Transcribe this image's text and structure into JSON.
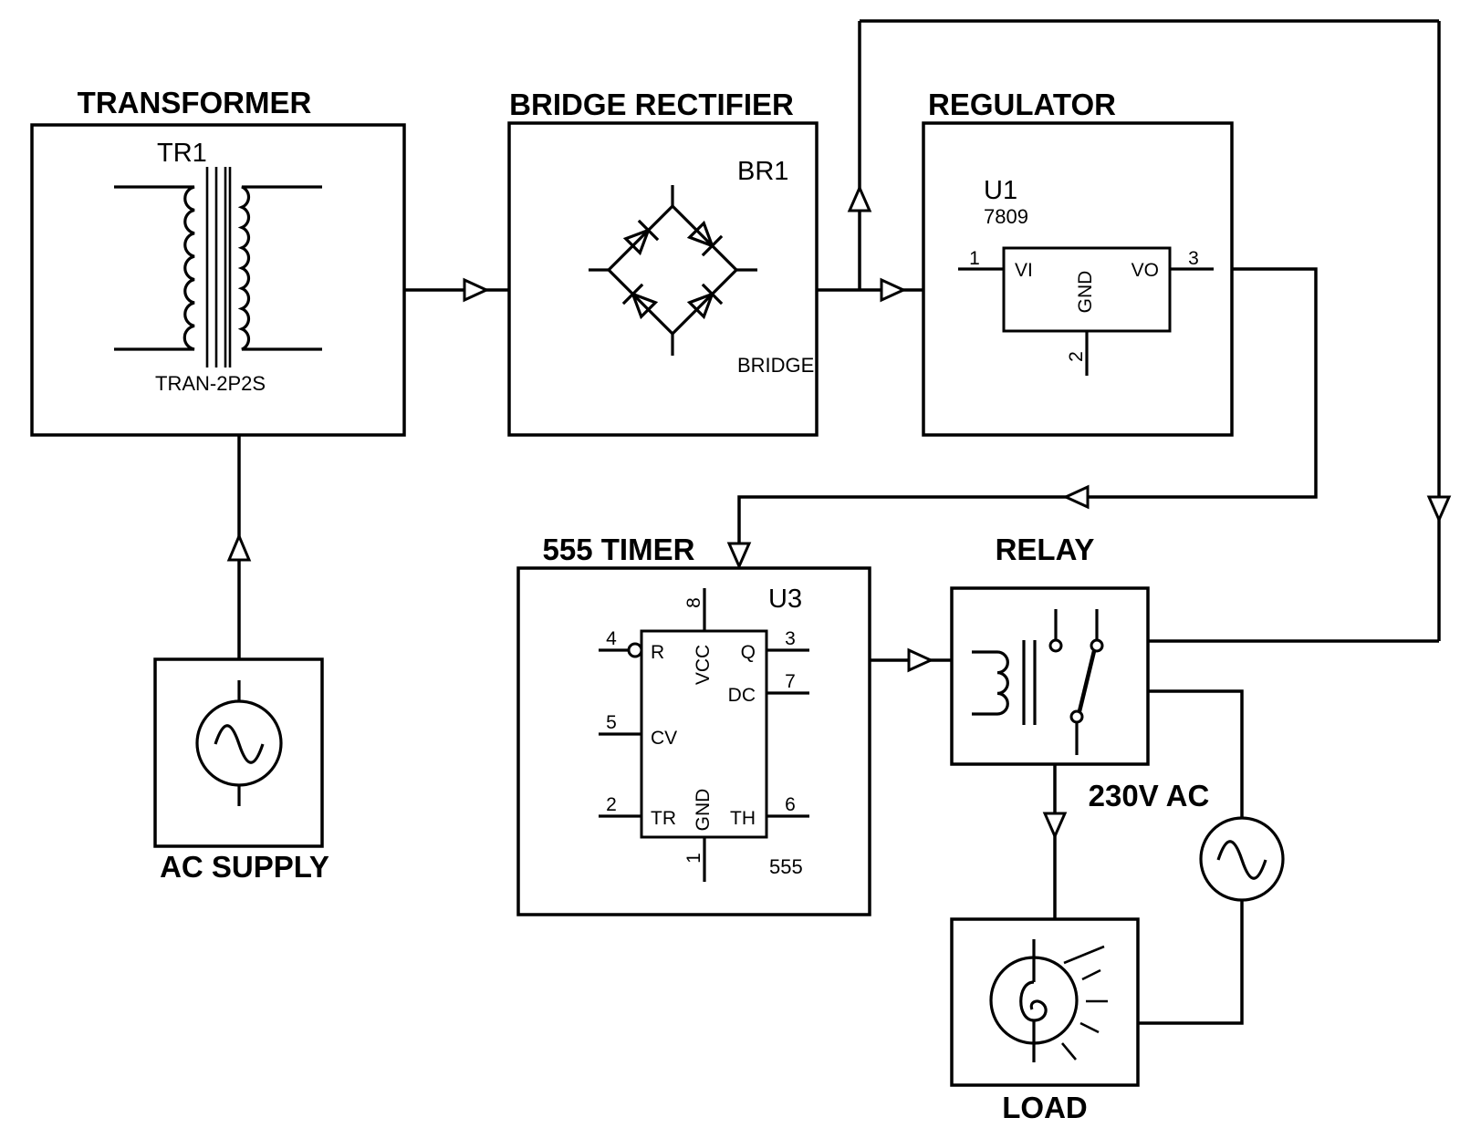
{
  "blocks": {
    "transformer": {
      "title": "TRANSFORMER",
      "ref": "TR1",
      "part": "TRAN-2P2S"
    },
    "bridge_rectifier": {
      "title": "BRIDGE RECTIFIER",
      "ref": "BR1",
      "part": "BRIDGE"
    },
    "regulator": {
      "title": "REGULATOR",
      "ref": "U1",
      "part": "7809",
      "pins": {
        "vi": {
          "num": "1",
          "name": "VI"
        },
        "vo": {
          "num": "3",
          "name": "VO"
        },
        "gnd": {
          "num": "2",
          "name": "GND"
        }
      }
    },
    "timer": {
      "title": "555 TIMER",
      "ref": "U3",
      "part": "555",
      "pins": {
        "reset": {
          "num": "4",
          "name": "R"
        },
        "cv": {
          "num": "5",
          "name": "CV"
        },
        "trigger": {
          "num": "2",
          "name": "TR"
        },
        "vcc": {
          "num": "8",
          "name": "VCC"
        },
        "gnd": {
          "num": "1",
          "name": "GND"
        },
        "q": {
          "num": "3",
          "name": "Q"
        },
        "dc": {
          "num": "7",
          "name": "DC"
        },
        "th": {
          "num": "6",
          "name": "TH"
        }
      }
    },
    "relay": {
      "title": "RELAY"
    },
    "ac_supply": {
      "title": "AC SUPPLY"
    },
    "load": {
      "title": "LOAD"
    },
    "mains": {
      "label": "230V AC"
    }
  },
  "colors": {
    "line": "#000000",
    "background": "#ffffff"
  }
}
